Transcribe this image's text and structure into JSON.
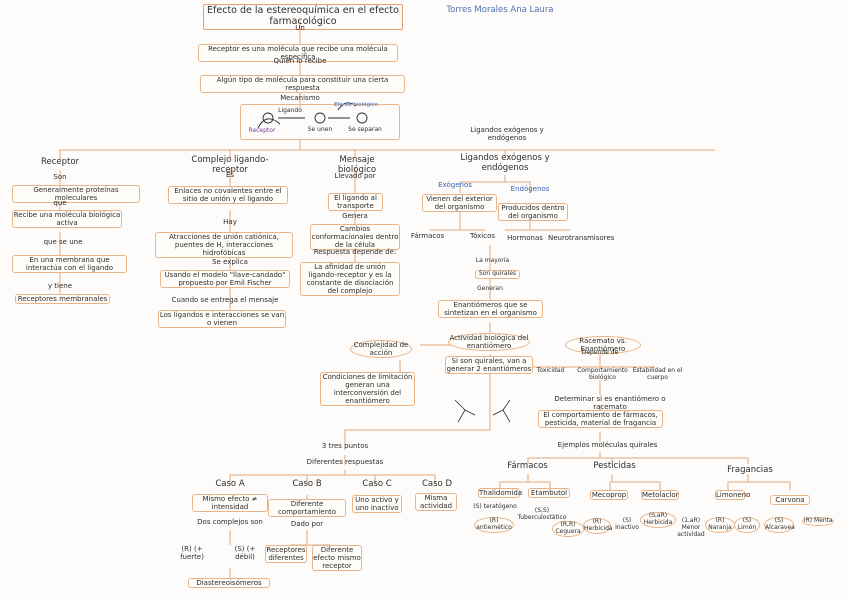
{
  "title": "Efecto de la estereoquímica en el efecto farmacológico",
  "author": "Torres Morales Ana Laura",
  "nodes": {
    "un": "Un",
    "receptor_def": "Receptor es una molécula que recibe una molécula específica",
    "quien_recibe": "Quién lo recibe",
    "ligando_def": "Algún tipo de molécula para constituir una cierta respuesta",
    "mecanismo": "Mecanismo",
    "mech_ligando": "Ligando",
    "mech_receptor": "Receptor",
    "mech_efecto": "Efecto biológico",
    "mech_se_unen": "Se unen",
    "mech_se_separan": "Se separan",
    "ligandos_exo_endo_top": "Ligandos exógenos y endógenos",
    "receptor": "Receptor",
    "complejo": "Complejo ligando-receptor",
    "mensaje": "Mensaje biológico",
    "ligandos_exo_endo": "Ligandos exógenos y endógenos",
    "son": "Son",
    "r1": "Generalmente proteínas moleculares",
    "que": "que",
    "r2": "Recibe una molécula biológica activa",
    "que_se_une": "que se une",
    "r3": "En una membrana que interactúa con el ligando",
    "y_tiene": "y tiene",
    "r4": "Receptores membranales",
    "es": "Es",
    "c1": "Enlaces no covalentes entre el sitio de unión y el ligando",
    "hay": "Hay",
    "c2": "Atracciones de unión catiónica, puentes de H, interacciones hidrofóbicas",
    "se_explica": "Se explica",
    "c3": "Usando el modelo \"llave-candado\" propuesto por Emil Fischer",
    "cuando": "Cuando se entrega el mensaje",
    "c4": "Los ligandos e interacciones se van o vienen",
    "llevado_por": "Llevado por",
    "m1": "El ligando al transporte",
    "genera": "Genera",
    "m2": "Cambios conformacionales dentro de la célula",
    "respuesta": "Respuesta depende de:",
    "m3": "La afinidad de unión ligando-receptor y es la constante de disociación del complejo",
    "exogenos": "Exógenos",
    "endogenos": "Endógenos",
    "exo_def": "Vienen del exterior del organismo",
    "endo_def": "Producidos dentro del organismo",
    "farmacos": "Fármacos",
    "toxinas": "Tóxicos",
    "hormonas": "Hormonas",
    "neuro": "Neurotransmisores",
    "la_mayoria": "La mayoría",
    "son_quirales": "Son quirales",
    "generan": "Generan",
    "enantiomeros": "Enantiómeros que se sintetizan en el organismo",
    "actividad": "Actividad biológica del enantiómero",
    "complejidad": "Complejidad de acción",
    "si_quirales": "Si son quirales, van a generar 2 enantiómeros",
    "racemato": "Racemato vs. Enantiómero",
    "depende": "Depende de",
    "toxicidad": "Toxicidad",
    "comp_biologico": "Comportamiento biológico",
    "estabilidad": "Estabilidad en el cuerpo",
    "condiciones": "Condiciones de limitación generan una interconversión del enantiómero",
    "determinar": "Determinar si es enantiómero o racemato",
    "comportamiento": "El comportamiento de fármacos, pesticida, material de fragancia",
    "ejemplos": "Ejemplos moléculas quirales",
    "tres_puntos": "3 tres puntos",
    "diferentes": "Diferentes respuestas",
    "casoA": "Caso A",
    "casoB": "Caso B",
    "casoC": "Caso C",
    "casoD": "Caso D",
    "a1": "Mismo efecto ≠ intensidad",
    "a2": "Dos complejos son",
    "a3": "(R) (+ fuerte)",
    "a4": "(S) (+ débil)",
    "a5": "Diastereoisómeros",
    "b1": "Diferente comportamiento",
    "b2": "Dado por",
    "b3": "Receptores diferentes",
    "b4": "Diferente efecto mismo receptor",
    "cc1": "Uno activo y uno inactivo",
    "d1": "Misma actividad",
    "farmacos2": "Fármacos",
    "pesticidas": "Pesticidas",
    "fragancias": "Fragancias",
    "thalidomida": "Thalidomida",
    "etambutol": "Etambutol",
    "t1": "(S) teratógeno",
    "t2": "(R) antiemético",
    "e1": "(S,S) Tuberculostático",
    "e2": "(R,R) Ceguera",
    "mecoprop": "Mecoprop",
    "metolaclor": "Metolaclor",
    "mp1": "(R) Herbicida",
    "mp2": "(S) Inactivo",
    "ml1": "(S,aR) Herbicida",
    "ml2": "(1,aR) Menor actividad",
    "limonero": "Limoneno",
    "carvona": "Carvona",
    "l1": "(R) Naranja",
    "l2": "(S) Limón",
    "cv1": "(S) Alcaravea",
    "cv2": "(R) Menta"
  }
}
